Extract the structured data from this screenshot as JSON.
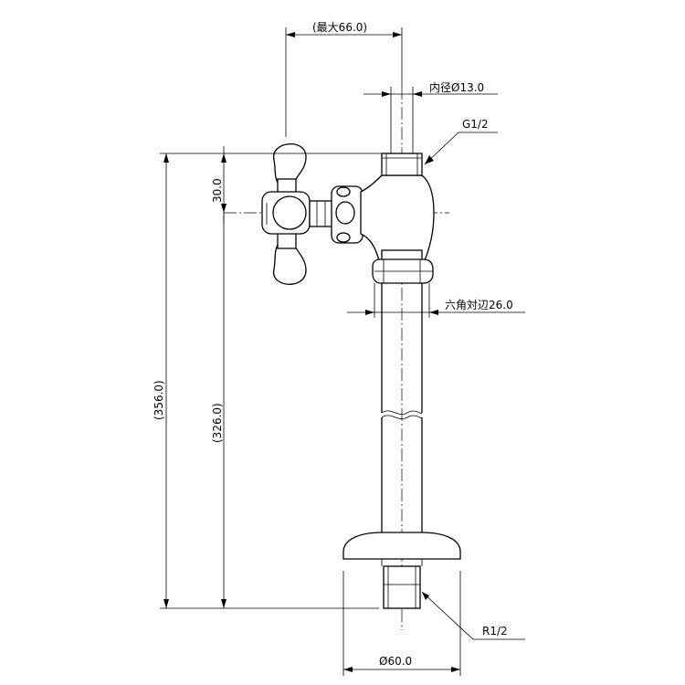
{
  "dimensions": {
    "max_width": "(最大66.0)",
    "inner_diameter": "内径Ø13.0",
    "thread_top": "G1/2",
    "handle_offset": "30.0",
    "hex_width": "六角対辺26.0",
    "total_height": "(356.0)",
    "pipe_height": "(326.0)",
    "thread_bottom": "R1/2",
    "flange_diameter": "Ø60.0"
  }
}
